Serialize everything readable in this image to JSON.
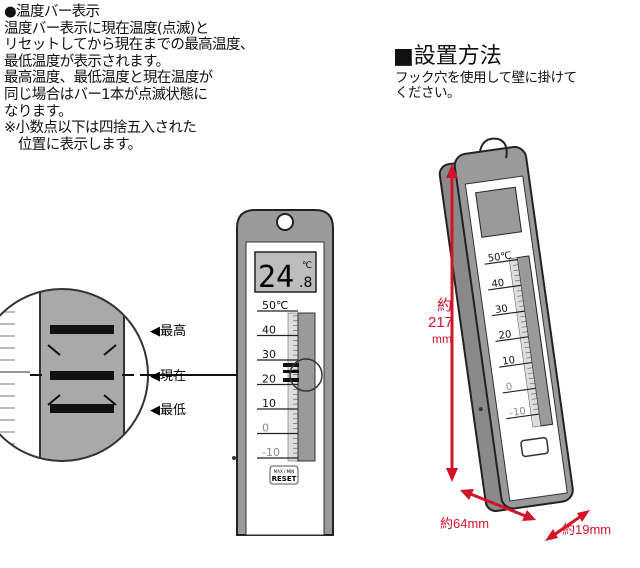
{
  "bar_display": {
    "heading": "●温度バー表示",
    "lines": [
      "温度バー表示に現在温度(点滅)と",
      "リセットしてから現在までの最高温度、",
      "最低温度が表示されます。",
      "最高温度、最低温度と現在温度が",
      "同じ場合はバー1本が点滅状態に",
      "なります。",
      "※小数点以下は四捨五入された",
      "　位置に表示します。"
    ]
  },
  "install": {
    "title": "■設置方法",
    "lines": [
      "フック穴を使用して壁に掛けて",
      "ください。"
    ]
  },
  "magnifier_labels": {
    "max": "◀最高",
    "current": "◀現在",
    "min": "◀最低"
  },
  "front": {
    "lcd_main": "24",
    "lcd_unit": "℃",
    "lcd_decimal": ".8",
    "scale": [
      "50℃",
      "40",
      "30",
      "20",
      "10",
      "0",
      "-10"
    ],
    "button_top": "MAX / MIN",
    "button_label": "RESET"
  },
  "side": {
    "scale": [
      "50℃",
      "40",
      "30",
      "20",
      "10",
      "0",
      "-10"
    ]
  },
  "dimensions": {
    "height_prefix": "約",
    "height_value": "217",
    "height_unit": "mm",
    "width": "約64mm",
    "depth": "約19mm"
  },
  "colors": {
    "accent": "#d2142a"
  }
}
